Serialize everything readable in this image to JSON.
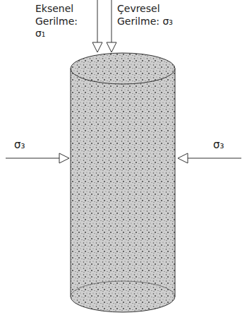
{
  "diagram": {
    "labels": [
      "Eksenel Gerilme: σ₁",
      "Çevresel Gerilme: σ₃",
      "σ₃",
      "σ₃"
    ]
  }
}
